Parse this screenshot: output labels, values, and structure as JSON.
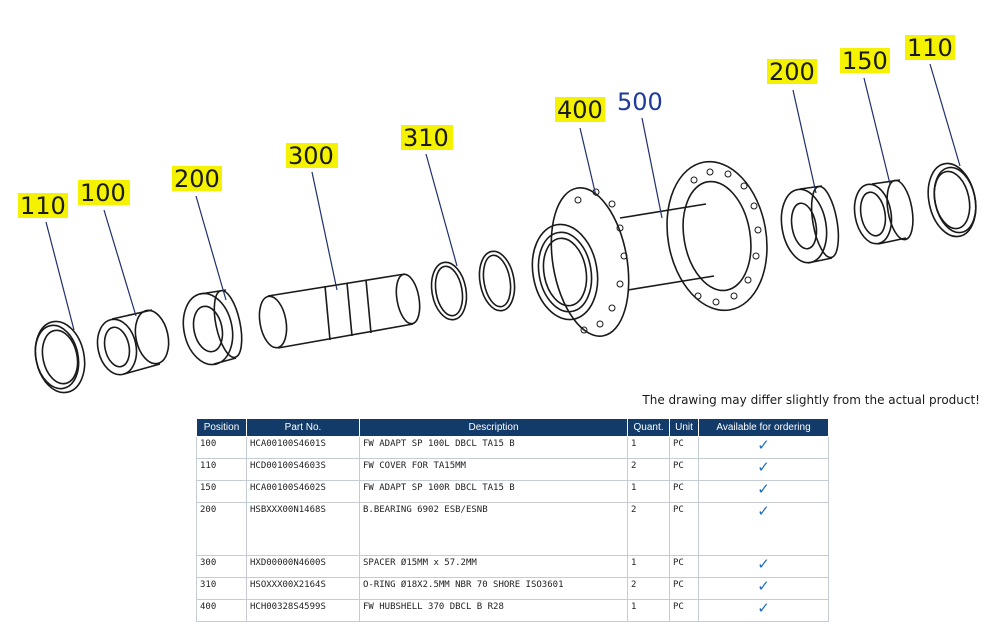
{
  "callouts": [
    "110",
    "100",
    "200",
    "300",
    "310",
    "400",
    "500",
    "200",
    "150",
    "110"
  ],
  "note": "The drawing may differ slightly from the actual product!",
  "table": {
    "headers": [
      "Position",
      "Part No.",
      "Description",
      "Quant.",
      "Unit",
      "Available for ordering"
    ],
    "rows": [
      {
        "position": "100",
        "part_no": "HCA00100S4601S",
        "description": "FW ADAPT SP 100L DBCL TA15 B",
        "quant": "1",
        "unit": "PC",
        "available": true
      },
      {
        "position": "110",
        "part_no": "HCD00100S4603S",
        "description": "FW COVER FOR TA15MM",
        "quant": "2",
        "unit": "PC",
        "available": true
      },
      {
        "position": "150",
        "part_no": "HCA00100S4602S",
        "description": "FW ADAPT SP 100R DBCL TA15 B",
        "quant": "1",
        "unit": "PC",
        "available": true
      },
      {
        "position": "200",
        "part_no": "HSBXXX00N1468S",
        "description": "B.BEARING 6902 ESB/ESNB",
        "quant": "2",
        "unit": "PC",
        "available": true
      },
      {
        "position": "300",
        "part_no": "HXD00000N4600S",
        "description": "SPACER Ø15MM x 57.2MM",
        "quant": "1",
        "unit": "PC",
        "available": true
      },
      {
        "position": "310",
        "part_no": "HSOXXX00X2164S",
        "description": "O-RING Ø18X2.5MM NBR 70 SHORE ISO3601",
        "quant": "2",
        "unit": "PC",
        "available": true
      },
      {
        "position": "400",
        "part_no": "HCH00328S4599S",
        "description": "FW HUBSHELL 370 DBCL B R28",
        "quant": "1",
        "unit": "PC",
        "available": true
      }
    ]
  },
  "check_glyph": "✓",
  "colors": {
    "header_bg": "#123b6a",
    "label_bg": "#f5f200",
    "check": "#1d6fc4",
    "label_500": "#1f3a9a"
  }
}
